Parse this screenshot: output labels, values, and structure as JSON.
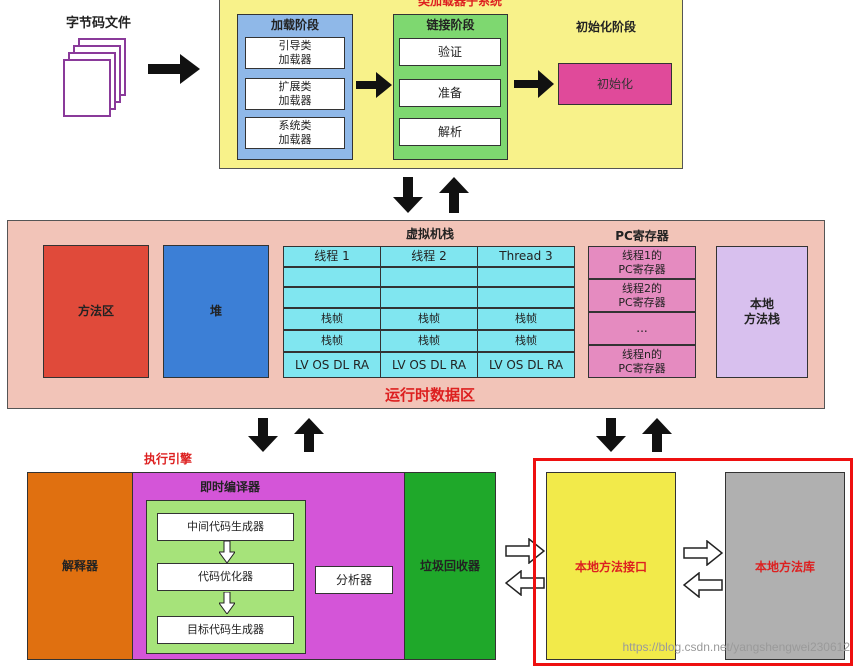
{
  "classloader": {
    "title": "类加载器子系统",
    "bytecode_label": "字节码文件",
    "loading": {
      "title": "加载阶段",
      "items": [
        "引导类\n加载器",
        "扩展类\n加载器",
        "系统类\n加载器"
      ]
    },
    "linking": {
      "title": "链接阶段",
      "items": [
        "验证",
        "准备",
        "解析"
      ]
    },
    "init": {
      "title": "初始化阶段",
      "item": "初始化"
    }
  },
  "runtime": {
    "title": "运行时数据区",
    "method_area": "方法区",
    "heap": "堆",
    "vm_stack": {
      "title": "虚拟机栈",
      "threads": [
        "线程 1",
        "线程 2",
        "Thread 3"
      ],
      "frame": "栈帧",
      "frame_vars": "LV OS DL RA"
    },
    "pc": {
      "title": "PC寄存器",
      "items": [
        "线程1的\nPC寄存器",
        "线程2的\nPC寄存器",
        "...",
        "线程n的\nPC寄存器"
      ]
    },
    "native_stack": "本地\n方法栈"
  },
  "engine": {
    "title": "执行引擎",
    "interpreter": "解释器",
    "jit": {
      "title": "即时编译器",
      "steps": [
        "中间代码生成器",
        "代码优化器",
        "目标代码生成器"
      ],
      "analyzer": "分析器"
    },
    "gc": "垃圾回收器"
  },
  "native": {
    "interface": "本地方法接口",
    "library": "本地方法库"
  },
  "watermark": "https://blog.csdn.net/yangshengwei230612",
  "colors": {
    "yellow_bg": "#f8f28a",
    "salmon_bg": "#f2c4b8",
    "method_area": "#e04a3a",
    "heap": "#3c7fd6",
    "magenta": "#d455d8",
    "orange": "#e07010",
    "green": "#1fa82a",
    "interface_yellow": "#f2ea4a",
    "gray": "#b0b0b0",
    "red_frame": "#ee1010",
    "title_red": "#dd2020"
  }
}
